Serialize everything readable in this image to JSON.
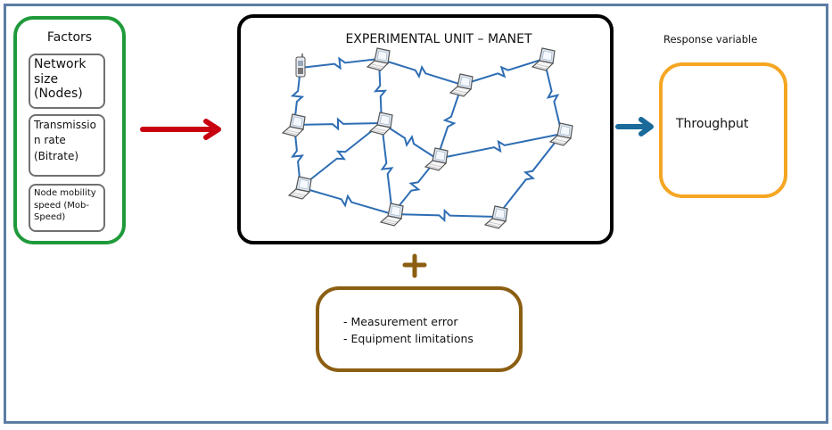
{
  "factors": {
    "title": "Factors",
    "items": [
      {
        "label": "Network size (Nodes)"
      },
      {
        "label": "Transmissio n rate (Bitrate)"
      },
      {
        "label": "Node mobility speed (Mob-Speed)"
      }
    ]
  },
  "experimental_unit": {
    "title": "EXPERIMENTAL UNIT – MANET",
    "network": {
      "nodes": [
        {
          "id": "phone",
          "kind": "phone"
        },
        {
          "id": "n1",
          "kind": "laptop"
        },
        {
          "id": "n2",
          "kind": "laptop"
        },
        {
          "id": "n3",
          "kind": "laptop"
        },
        {
          "id": "n4",
          "kind": "laptop"
        },
        {
          "id": "n5",
          "kind": "laptop"
        },
        {
          "id": "n6",
          "kind": "laptop"
        },
        {
          "id": "n7",
          "kind": "laptop"
        },
        {
          "id": "n8",
          "kind": "laptop"
        },
        {
          "id": "n9",
          "kind": "laptop"
        },
        {
          "id": "n10",
          "kind": "laptop"
        }
      ],
      "links": [
        [
          "phone",
          "n1"
        ],
        [
          "phone",
          "n4"
        ],
        [
          "n1",
          "n2"
        ],
        [
          "n1",
          "n5"
        ],
        [
          "n2",
          "n3"
        ],
        [
          "n2",
          "n6"
        ],
        [
          "n3",
          "n7"
        ],
        [
          "n4",
          "n5"
        ],
        [
          "n4",
          "n8"
        ],
        [
          "n5",
          "n8"
        ],
        [
          "n5",
          "n6"
        ],
        [
          "n5",
          "n9"
        ],
        [
          "n6",
          "n7"
        ],
        [
          "n6",
          "n9"
        ],
        [
          "n7",
          "n10"
        ],
        [
          "n8",
          "n9"
        ],
        [
          "n9",
          "n10"
        ]
      ],
      "link_icon": "wireless-lightning-icon"
    }
  },
  "response": {
    "label": "Response variable",
    "value": "Throughput"
  },
  "noise": {
    "symbol": "+",
    "items": [
      "- Measurement error",
      "- Equipment limitations"
    ]
  },
  "colors": {
    "frame": "#5b7da3",
    "factors_border": "#1f9a3a",
    "factor_box_border": "#707070",
    "unit_border": "#000000",
    "response_border": "#f5a623",
    "noise_border": "#8b5e12",
    "input_arrow": "#c8000f",
    "output_arrow": "#1a6a9a",
    "link": "#2e6db4"
  }
}
